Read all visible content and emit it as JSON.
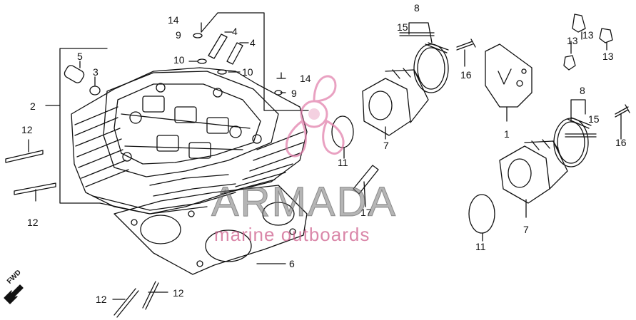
{
  "diagram": {
    "callouts": {
      "c1": "1",
      "c2": "2",
      "c3": "3",
      "c4a": "4",
      "c4b": "4",
      "c5": "5",
      "c6": "6",
      "c7a": "7",
      "c7b": "7",
      "c8a": "8",
      "c8b": "8",
      "c9a": "9",
      "c9b": "9",
      "c10a": "10",
      "c10b": "10",
      "c11a": "11",
      "c11b": "11",
      "c12a": "12",
      "c12b": "12",
      "c12c": "12",
      "c12d": "12",
      "c13a": "13",
      "c13b": "13",
      "c13c": "13",
      "c14a": "14",
      "c14b": "14",
      "c15a": "15",
      "c15b": "15",
      "c16a": "16",
      "c16b": "16",
      "c17": "17"
    },
    "fwd_label": "FWD"
  },
  "watermark": {
    "brand": "ARMADA",
    "tagline": "marine outboards",
    "accent_color": "#e07aa8",
    "text_color": "#777777"
  }
}
